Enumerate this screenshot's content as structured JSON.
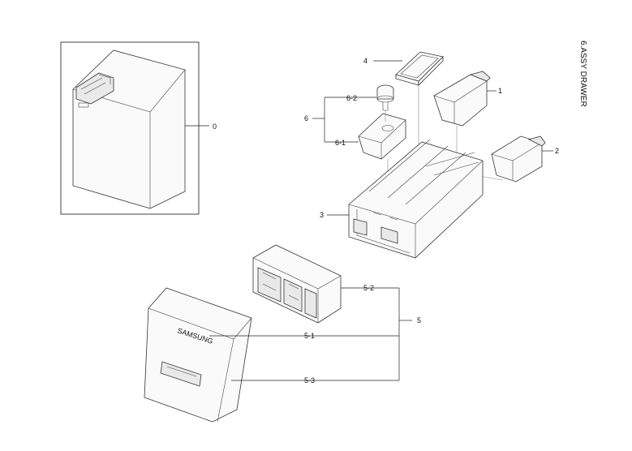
{
  "title": "6.ASSY DRAWER",
  "callouts": {
    "c0": "0",
    "c1": "1",
    "c2": "2",
    "c3": "3",
    "c4": "4",
    "c5": "5",
    "c5_1": "5-1",
    "c5_2": "5-2",
    "c5_3": "5-3",
    "c6": "6",
    "c6_1": "6-1",
    "c6_2": "6-2"
  },
  "brand_mark": "SAMSUNG"
}
